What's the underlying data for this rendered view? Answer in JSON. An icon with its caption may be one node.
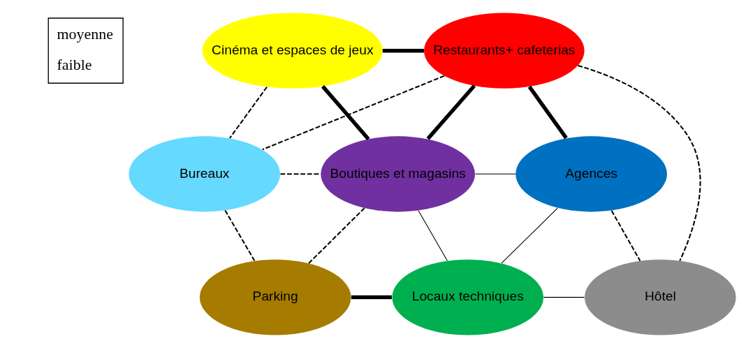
{
  "diagram": {
    "nodes": [
      {
        "text": [
          "Cinéma et espaces de jeux"
        ]
      },
      {
        "text": [
          "Restaurants+ cafeterias"
        ]
      },
      {
        "text": [
          "Agences"
        ]
      },
      {
        "text": [
          "Bureaux"
        ]
      },
      {
        "text": [
          "Boutiques et magasins"
        ]
      },
      {
        "text": [
          "Hôtel"
        ]
      },
      {
        "text": [
          "Parking"
        ]
      },
      {
        "text": [
          "Locaux techniques"
        ]
      }
    ],
    "edges": [
      {
        "from": 0,
        "to": 1,
        "arrow": "none",
        "style": "thick"
      },
      {
        "from": 0,
        "to": 4,
        "arrow": "none",
        "style": "thick"
      },
      {
        "from": 1,
        "to": 2,
        "arrow": "none",
        "style": "thick"
      },
      {
        "from": 1,
        "to": 4,
        "arrow": "none",
        "style": "thick"
      },
      {
        "from": 6,
        "to": 7,
        "arrow": "none",
        "style": "thick"
      },
      {
        "from": 0,
        "to": 3,
        "arrow": "none",
        "style": "dashed"
      },
      {
        "from": 1,
        "to": 3,
        "arrow": "none",
        "style": "dashed"
      },
      {
        "from": 3,
        "to": 4,
        "arrow": "none",
        "style": "dashed"
      },
      {
        "from": 3,
        "to": 6,
        "arrow": "none",
        "style": "dashed"
      },
      {
        "from": 6,
        "to": 4,
        "arrow": "none",
        "style": "dashed"
      },
      {
        "from": 1,
        "to": 5,
        "arrow": "none",
        "style": "dashed"
      },
      {
        "from": 2,
        "to": 5,
        "arrow": "none",
        "style": "dashed"
      },
      {
        "from": 4,
        "to": 2,
        "arrow": "none"
      },
      {
        "from": 4,
        "to": 7,
        "arrow": "none"
      },
      {
        "from": 7,
        "to": 2,
        "arrow": "none"
      },
      {
        "from": 7,
        "to": 5,
        "arrow": "none"
      }
    ],
    "legend": [
      {
        "text": "moyenne"
      },
      {
        "text": "faible"
      }
    ]
  }
}
